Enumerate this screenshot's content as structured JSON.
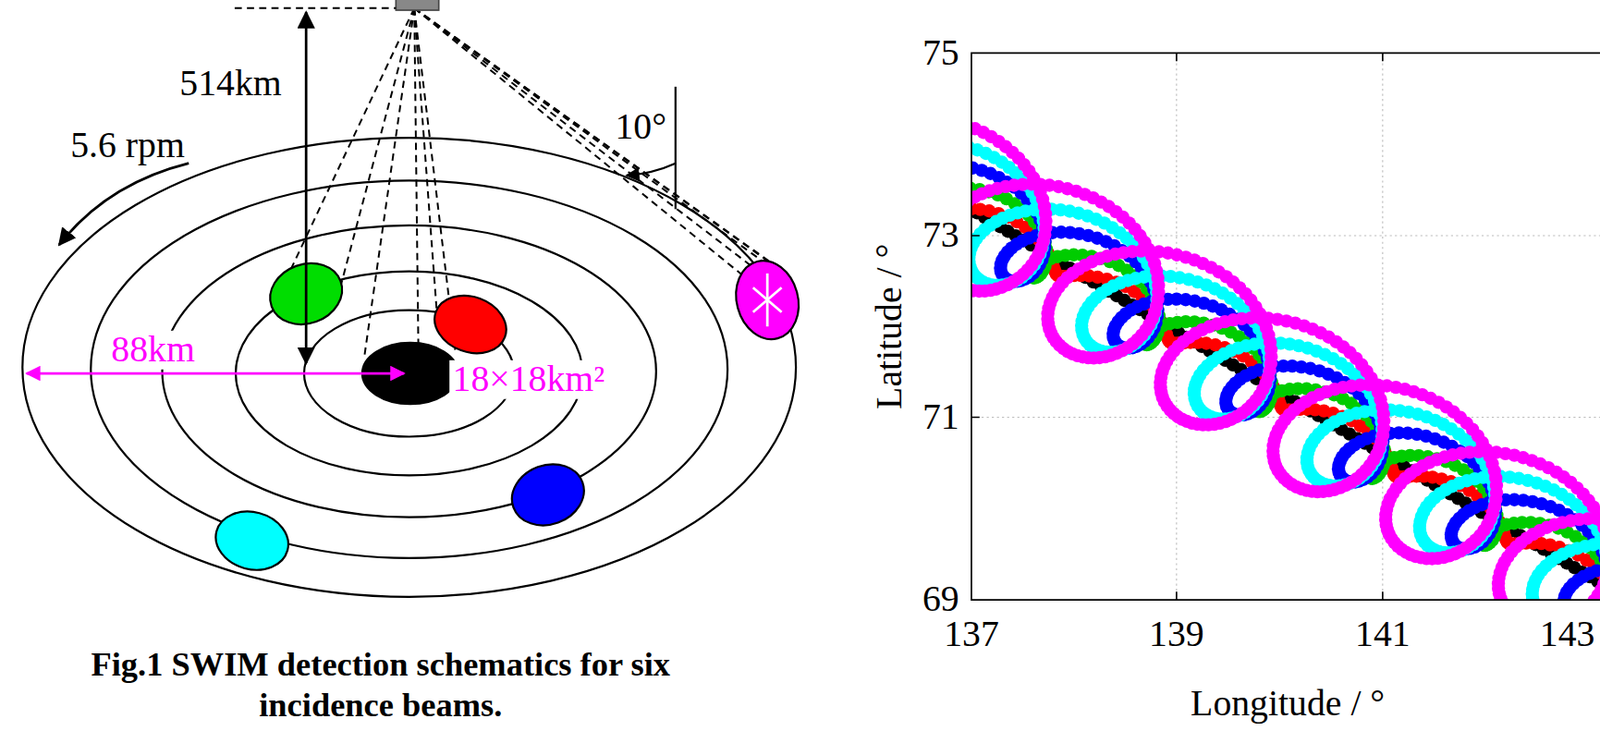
{
  "diagram": {
    "caption": "Fig.1 SWIM detection schematics for six incidence beams.",
    "labels": [
      "514km",
      "5.6 rpm",
      "10°",
      "88km",
      "18×18km²",
      "75",
      "73",
      "71",
      "69",
      "137",
      "139",
      "141",
      "143",
      "Latitude / °",
      "Longitude / °"
    ]
  }
}
